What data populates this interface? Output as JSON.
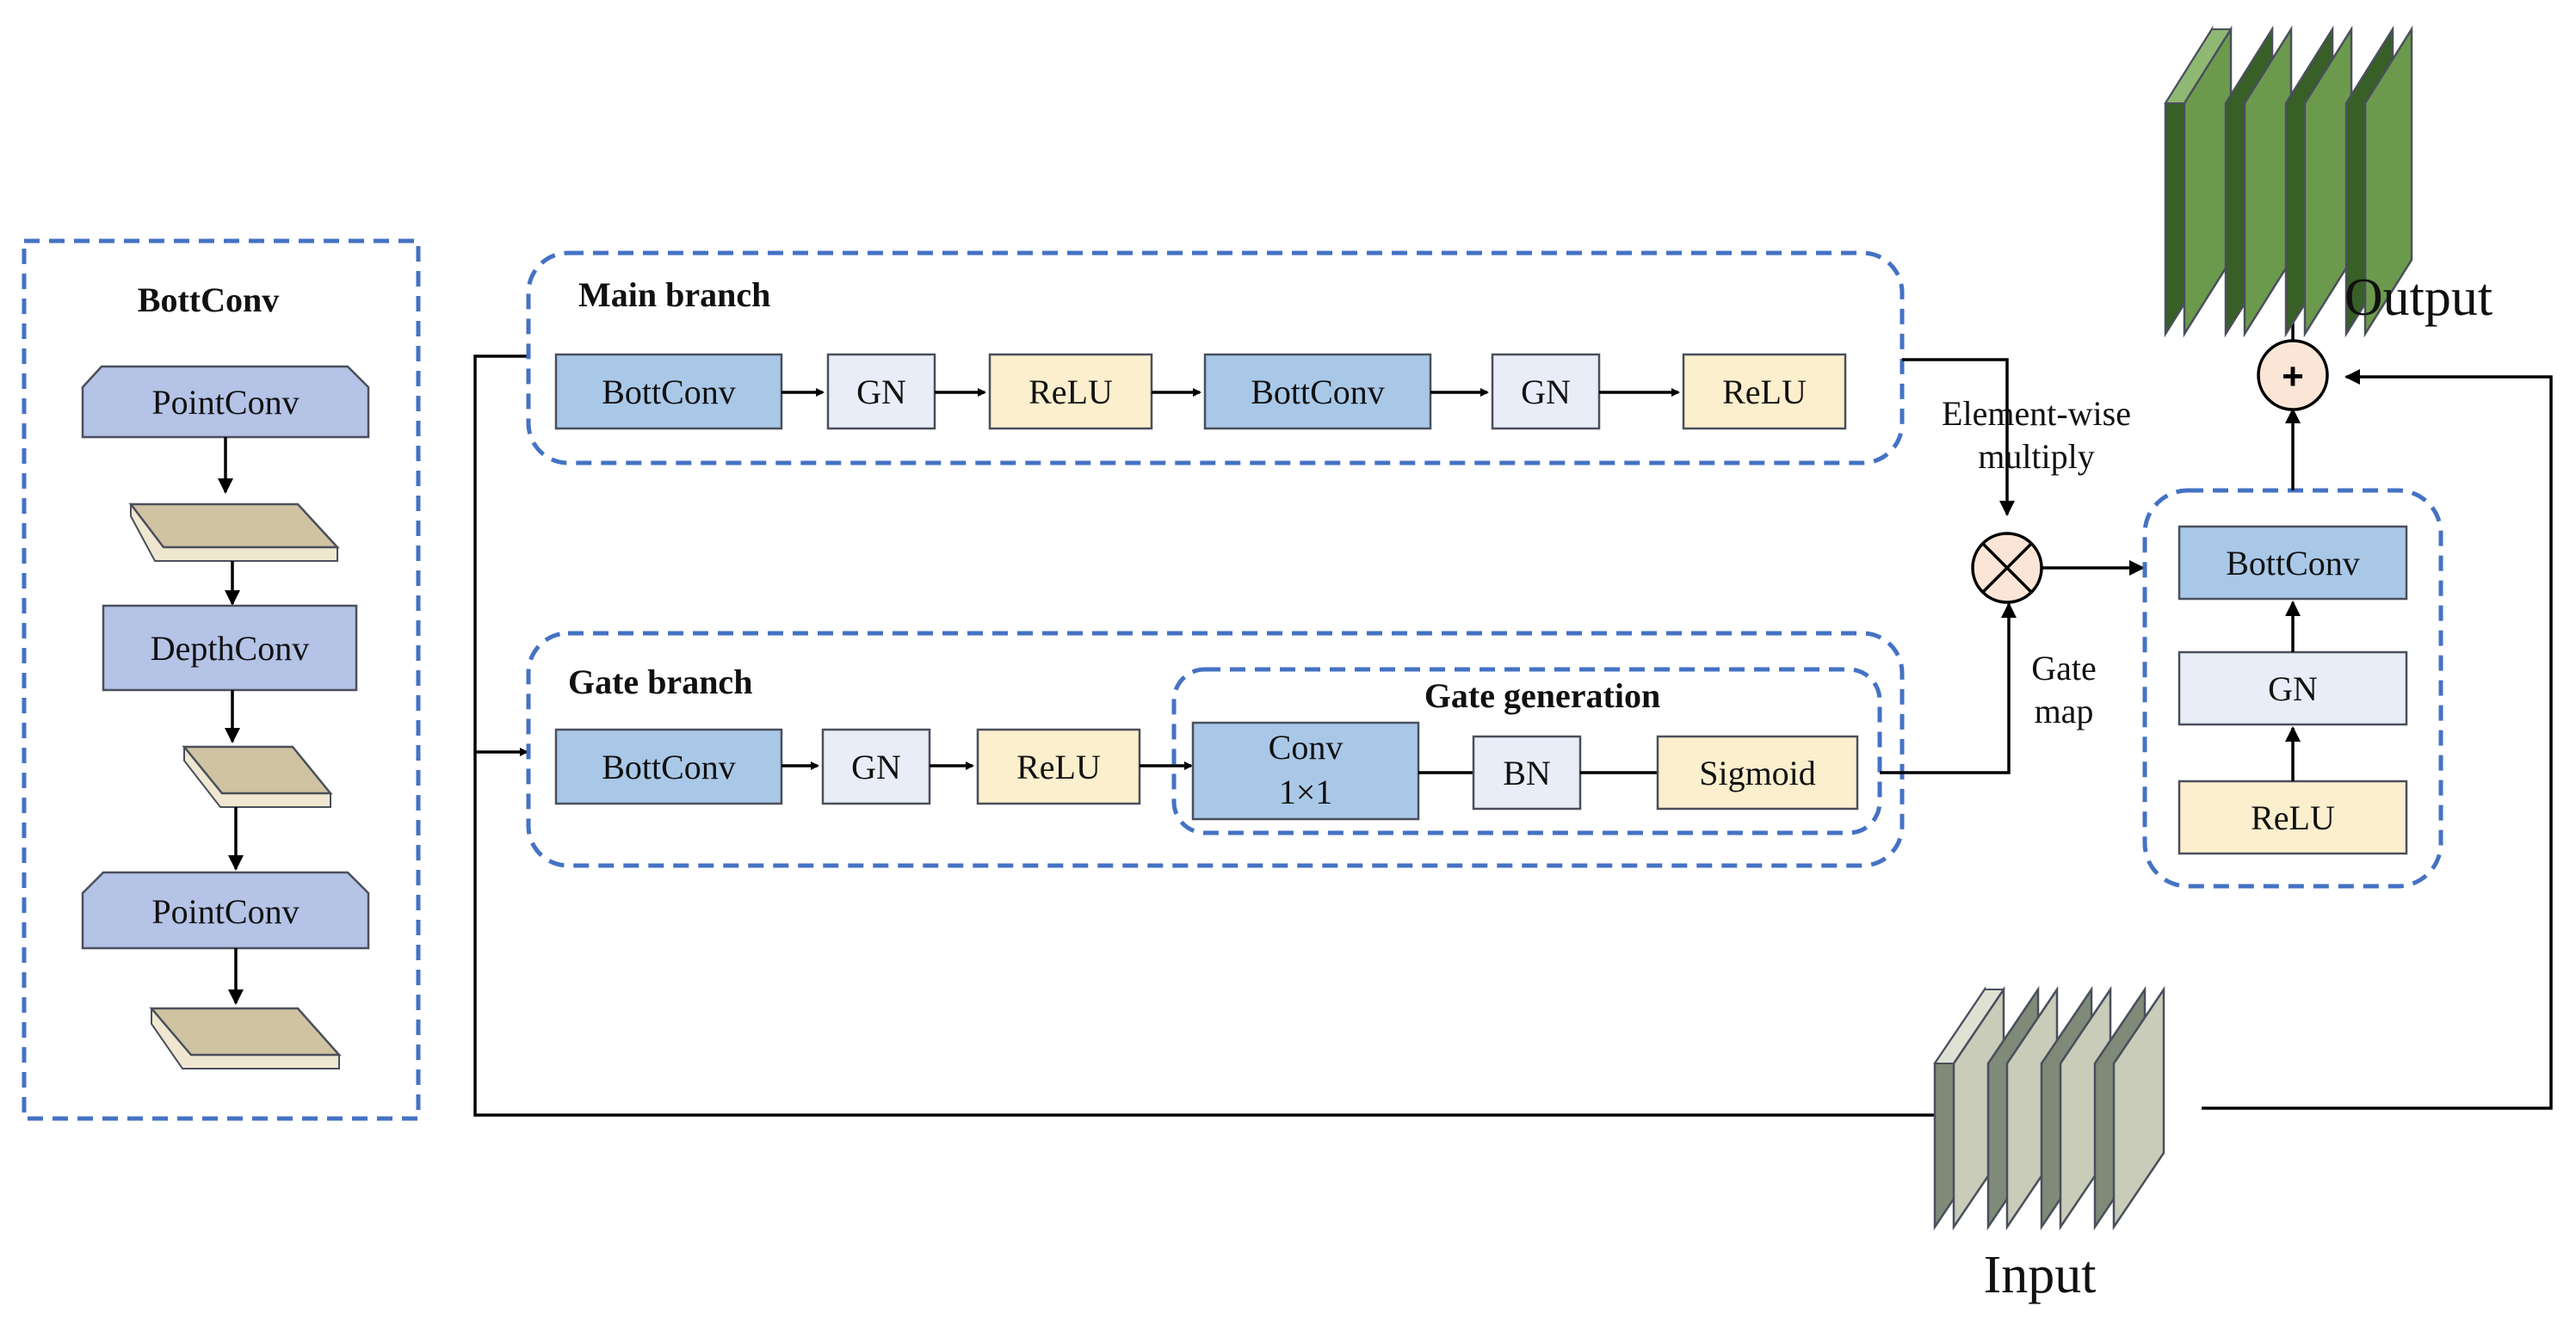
{
  "bottconv_panel": {
    "title": "BottConv",
    "point_conv_top": "PointConv",
    "depth_conv": "DepthConv",
    "point_conv_bottom": "PointConv"
  },
  "main_branch": {
    "title": "Main branch",
    "blocks": [
      "BottConv",
      "GN",
      "ReLU",
      "BottConv",
      "GN",
      "ReLU"
    ]
  },
  "gate_branch": {
    "title": "Gate branch",
    "blocks": [
      "BottConv",
      "GN",
      "ReLU"
    ]
  },
  "gate_generation": {
    "title": "Gate generation",
    "conv_line1": "Conv",
    "conv_line2": "1×1",
    "bn": "BN",
    "sigmoid": "Sigmoid"
  },
  "fusion": {
    "multiply_label_line1": "Element-wise",
    "multiply_label_line2": "multiply",
    "gate_map_line1": "Gate",
    "gate_map_line2": "map",
    "plus_symbol": "+"
  },
  "post_block": {
    "blocks": [
      "BottConv",
      "GN",
      "ReLU"
    ]
  },
  "io": {
    "input": "Input",
    "output": "Output"
  },
  "colors": {
    "conv_blue": "#a9c8e8",
    "pointconv_purple": "#b4c3e6",
    "gn_fill": "#e9edf7",
    "relu_fill": "#fcefcd",
    "panel_bg": "#fefdee",
    "dashed_border": "#4472c4",
    "output_green": "#6c9a4d",
    "input_gray": "#c8ccb8",
    "sheet_tan": "#cfc3a2",
    "operator_fill": "#fbe5d6"
  }
}
